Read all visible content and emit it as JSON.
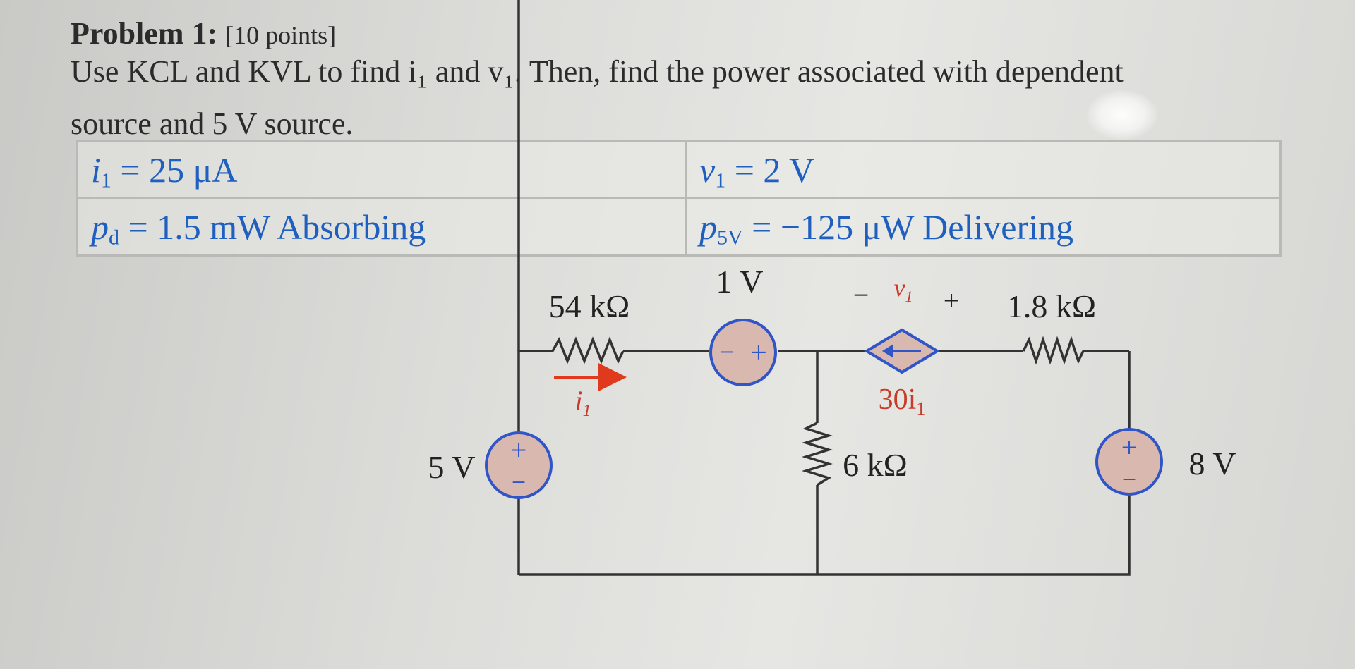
{
  "problem": {
    "label": "Problem 1:",
    "points": "[10 points]",
    "line1": "Use KCL and KVL to find i₁ and v₁. Then, find the power associated with dependent",
    "line2": "source and 5 V source."
  },
  "answers": {
    "i1_var": "i",
    "i1_sub": "1",
    "i1_value": " = 25 μA",
    "v1_var": "v",
    "v1_sub": "1",
    "v1_value": " = 2 V",
    "pd_var": "p",
    "pd_sub": "d",
    "pd_value": " = 1.5 mW Absorbing",
    "p5v_var": "p",
    "p5v_sub": "5V",
    "p5v_value": " = −125 μW Delivering"
  },
  "circuit": {
    "r1_label": "54 kΩ",
    "i1_label": "i",
    "i1_label_sub": "1",
    "src1v_label": "1 V",
    "v1_minus": "−",
    "v1_label": "v",
    "v1_label_sub": "1",
    "v1_plus": "+",
    "r3_label": "1.8 kΩ",
    "dep_label": "30i",
    "dep_label_sub": "1",
    "src5v_label": "5 V",
    "r2_label": "6 kΩ",
    "src8v_label": "8 V",
    "plus": "+",
    "minus": "−"
  },
  "colors": {
    "answer_text": "#1f5fbf",
    "source_fill": "#d9b8b0",
    "source_stroke": "#2f55c8",
    "current_arrow": "#e03a1e",
    "label_red": "#c83a2a",
    "wire": "#333333"
  }
}
